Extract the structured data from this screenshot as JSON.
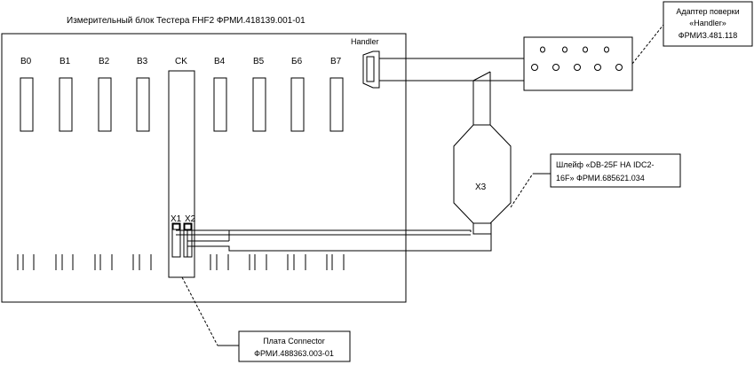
{
  "title": "Измерительный блок Тестера FHF2 ФРМИ.418139.001-01",
  "slots": [
    "B0",
    "B1",
    "B2",
    "B3",
    "CK",
    "B4",
    "B5",
    "Б6",
    "B7"
  ],
  "handler_label": "Handler",
  "connector_labels": {
    "x1": "X1",
    "x2": "X2",
    "x3": "X3"
  },
  "callouts": {
    "adapter": {
      "line1": "Адаптер поверки",
      "line2": "«Handler»",
      "line3": "ФРМИЗ.481.118"
    },
    "cable": {
      "line1": "Шлейф «DB-25F НА IDC2-",
      "line2": "16F» ФРМИ.685621.034"
    },
    "board": {
      "line1": "Плата Connector",
      "line2": "ФРМИ.488363.003-01"
    }
  }
}
